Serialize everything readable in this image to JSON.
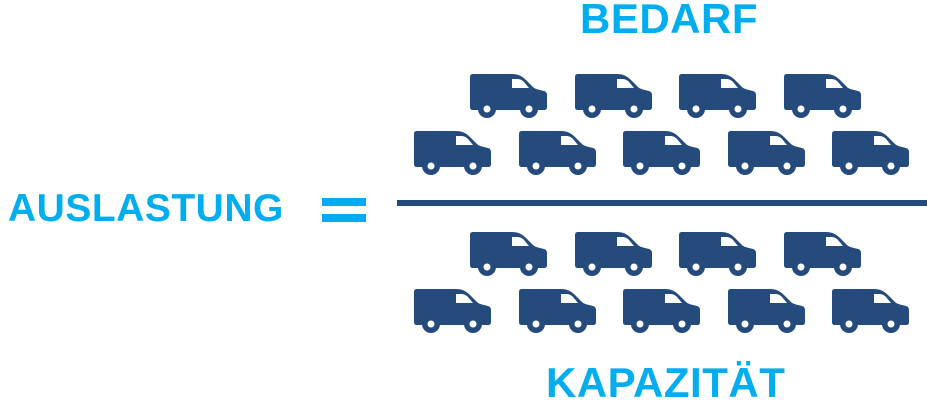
{
  "formula": {
    "lhs": "AUSLASTUNG",
    "operator": "=",
    "numerator_label": "BEDARF",
    "denominator_label": "KAPAZITÄT"
  },
  "colors": {
    "accent": "#00AEEF",
    "van": "#254A7C",
    "line": "#254A7C"
  },
  "numerator": {
    "rows": [
      {
        "count": 4,
        "icon": "van-icon"
      },
      {
        "count": 5,
        "icon": "van-icon"
      }
    ],
    "total": 9
  },
  "denominator": {
    "rows": [
      {
        "count": 4,
        "icon": "van-icon"
      },
      {
        "count": 5,
        "icon": "van-icon"
      }
    ],
    "total": 9
  }
}
